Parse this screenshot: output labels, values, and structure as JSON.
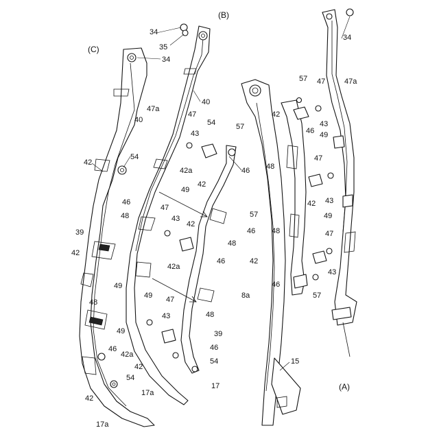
{
  "view_labels": {
    "a": "(A)",
    "b": "(B)",
    "c": "(C)"
  },
  "part_labels": [
    {
      "id": "l34c",
      "text": "34"
    },
    {
      "id": "l40c",
      "text": "40"
    },
    {
      "id": "l42c1",
      "text": "42"
    },
    {
      "id": "l54c",
      "text": "54"
    },
    {
      "id": "l46c1",
      "text": "46"
    },
    {
      "id": "l39c",
      "text": "39"
    },
    {
      "id": "l48c1",
      "text": "48"
    },
    {
      "id": "l42c2",
      "text": "42"
    },
    {
      "id": "l49c1",
      "text": "49"
    },
    {
      "id": "l48c2",
      "text": "48"
    },
    {
      "id": "l49c2",
      "text": "49"
    },
    {
      "id": "l46c2",
      "text": "46"
    },
    {
      "id": "l54c2",
      "text": "54"
    },
    {
      "id": "l42c3",
      "text": "42"
    },
    {
      "id": "l17ac",
      "text": "17a"
    },
    {
      "id": "l34b",
      "text": "34"
    },
    {
      "id": "l35b",
      "text": "35"
    },
    {
      "id": "l40b",
      "text": "40"
    },
    {
      "id": "l47ab",
      "text": "47a"
    },
    {
      "id": "l47b1",
      "text": "47"
    },
    {
      "id": "l54b",
      "text": "54"
    },
    {
      "id": "l43b1",
      "text": "43"
    },
    {
      "id": "l42ab1",
      "text": "42a"
    },
    {
      "id": "l42b1",
      "text": "42"
    },
    {
      "id": "l46b1",
      "text": "46"
    },
    {
      "id": "l49b",
      "text": "49"
    },
    {
      "id": "l47b2",
      "text": "47"
    },
    {
      "id": "l43b2",
      "text": "43"
    },
    {
      "id": "l42b2",
      "text": "42"
    },
    {
      "id": "l48b1",
      "text": "48"
    },
    {
      "id": "l42ab2",
      "text": "42a"
    },
    {
      "id": "l46b2",
      "text": "46"
    },
    {
      "id": "l49b2",
      "text": "49"
    },
    {
      "id": "l47b3",
      "text": "47"
    },
    {
      "id": "l48b2",
      "text": "48"
    },
    {
      "id": "l43b3",
      "text": "43"
    },
    {
      "id": "l39b",
      "text": "39"
    },
    {
      "id": "l42ab3",
      "text": "42a"
    },
    {
      "id": "l46b3",
      "text": "46"
    },
    {
      "id": "l42b3",
      "text": "42"
    },
    {
      "id": "l54b2",
      "text": "54"
    },
    {
      "id": "l17ab",
      "text": "17a"
    },
    {
      "id": "l17b",
      "text": "17"
    },
    {
      "id": "l34a",
      "text": "34"
    },
    {
      "id": "l57a1",
      "text": "57"
    },
    {
      "id": "l47a",
      "text": "47"
    },
    {
      "id": "l47aa",
      "text": "47a"
    },
    {
      "id": "l42a1",
      "text": "42"
    },
    {
      "id": "l46a1",
      "text": "46"
    },
    {
      "id": "l43a1",
      "text": "43"
    },
    {
      "id": "l57a2",
      "text": "57"
    },
    {
      "id": "l49a1",
      "text": "49"
    },
    {
      "id": "l48a1",
      "text": "48"
    },
    {
      "id": "l47a2",
      "text": "47"
    },
    {
      "id": "l42a2",
      "text": "42"
    },
    {
      "id": "l43a2",
      "text": "43"
    },
    {
      "id": "l57a3",
      "text": "57"
    },
    {
      "id": "l49a2",
      "text": "49"
    },
    {
      "id": "l46a2",
      "text": "46"
    },
    {
      "id": "l48a2",
      "text": "48"
    },
    {
      "id": "l47a3",
      "text": "47"
    },
    {
      "id": "l42a3",
      "text": "42"
    },
    {
      "id": "l43a3",
      "text": "43"
    },
    {
      "id": "l46a3",
      "text": "46"
    },
    {
      "id": "l57a4",
      "text": "57"
    },
    {
      "id": "l8a",
      "text": "8a"
    },
    {
      "id": "l15",
      "text": "15"
    }
  ]
}
